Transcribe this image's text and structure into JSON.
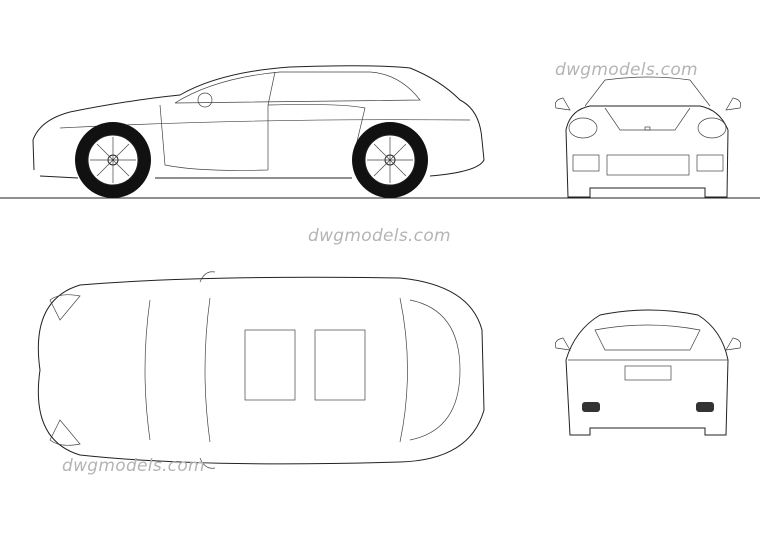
{
  "watermarks": [
    "dwgmodels.com",
    "dwgmodels.com",
    "dwgmodels.com"
  ],
  "views": [
    "side-view",
    "front-view",
    "top-view",
    "rear-view"
  ],
  "colors": {
    "line": "#222222",
    "watermark": "#b4b4b4",
    "background": "#ffffff"
  }
}
